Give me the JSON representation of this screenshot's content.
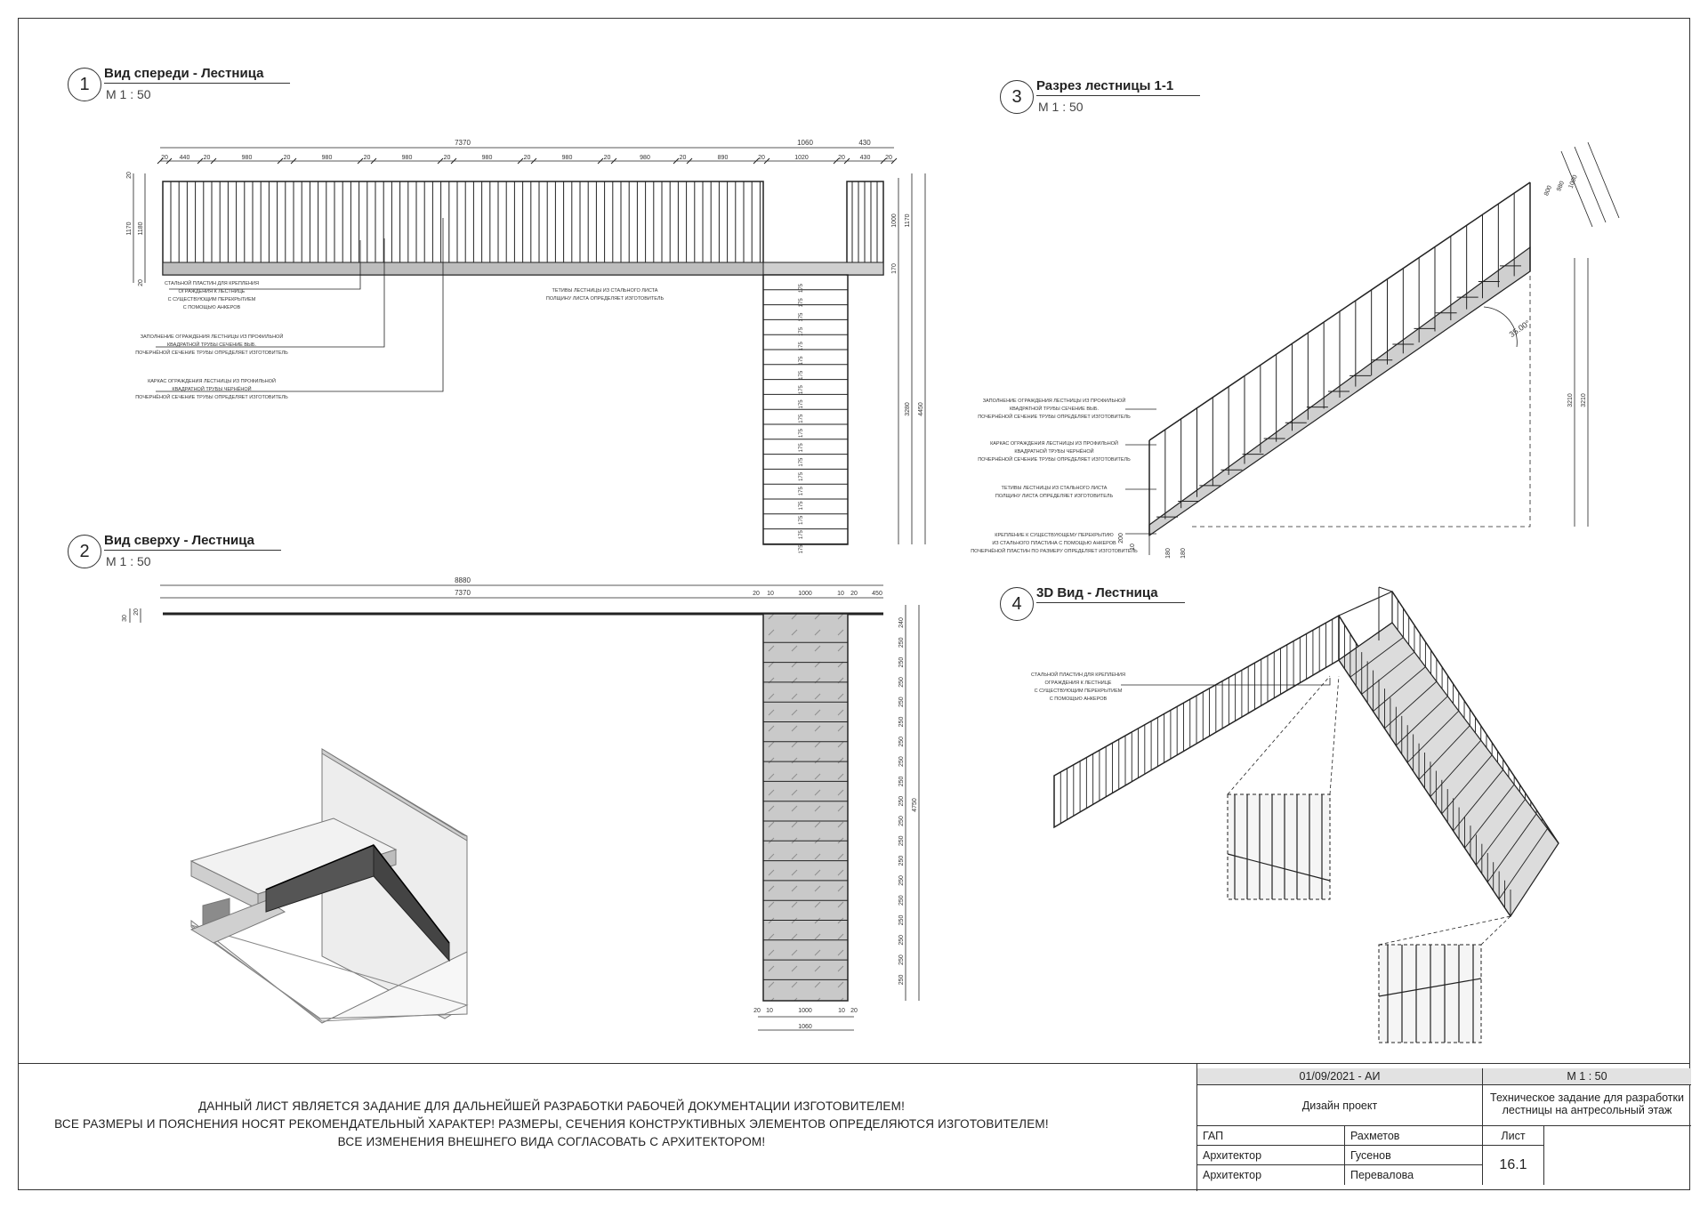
{
  "views": [
    {
      "number": "1",
      "name": "Вид спереди - Лестница",
      "scale": "М 1 : 50"
    },
    {
      "number": "2",
      "name": "Вид сверху - Лестница",
      "scale": "М 1 : 50"
    },
    {
      "number": "3",
      "name": "Разрез лестницы 1-1",
      "scale": "М 1 : 50"
    },
    {
      "number": "4",
      "name": "3D Вид - Лестница",
      "scale": ""
    }
  ],
  "front_dims": {
    "overall": "7370",
    "opening": "1060",
    "right": "430",
    "segments": [
      "20",
      "440",
      "20",
      "980",
      "20",
      "980",
      "20",
      "980",
      "20",
      "980",
      "20",
      "980",
      "20",
      "980",
      "20",
      "890",
      "20",
      "1020",
      "20",
      "430",
      "20"
    ],
    "left_v": [
      "20",
      "1170",
      "1180",
      "20"
    ],
    "right_v": [
      "1000",
      "1170",
      "170",
      "3280",
      "4450"
    ]
  },
  "top_dims": {
    "overall": "8880",
    "span": "7370",
    "right": [
      "20",
      "10",
      "1000",
      "10",
      "20",
      "450"
    ],
    "bottom": [
      "20",
      "10",
      "1000",
      "10",
      "20"
    ],
    "bottom_total": "1060",
    "treads": [
      "240",
      "250",
      "250",
      "250",
      "250",
      "250",
      "250",
      "250",
      "250",
      "250",
      "250",
      "250",
      "250",
      "250",
      "250",
      "250",
      "250",
      "250",
      "250"
    ],
    "total": "4750",
    "left": [
      "30",
      "20"
    ]
  },
  "section_dims": {
    "top": [
      "1000",
      "980",
      "800"
    ],
    "angle": "35.00°",
    "right": [
      "3210",
      "3210"
    ],
    "bottom": [
      "180",
      "180",
      "200",
      "10"
    ]
  },
  "callouts": {
    "c1": [
      "СТАЛЬНОЙ ПЛАСТИН ДЛЯ КРЕПЛЕНИЯ",
      "ОГРАЖДЕНИЯ К ЛЕСТНИЦЕ",
      "С СУЩЕСТВУЮЩИМ ПЕРЕКРЫТИЕМ",
      "С ПОМОЩЬЮ АНКЕРОВ"
    ],
    "c2": [
      "ЗАПОЛНЕНИЕ ОГРАЖДЕНИЯ ЛЕСТНИЦЫ ИЗ ПРОФИЛЬНОЙ",
      "КВАДРАТНОЙ ТРУБЫ СЕЧЕНИЕ ВЫБ.",
      "ПОЧЕРНЁНОЙ СЕЧЕНИЕ ТРУБЫ ОПРЕДЕЛЯЕТ ИЗГОТОВИТЕЛЬ"
    ],
    "c3": [
      "КАРКАС ОГРАЖДЕНИЯ ЛЕСТНИЦЫ ИЗ ПРОФИЛЬНОЙ",
      "КВАДРАТНОЙ ТРУБЫ ЧЕРНЁНОЙ",
      "ПОЧЕРНЁНОЙ СЕЧЕНИЕ ТРУБЫ ОПРЕДЕЛЯЕТ ИЗГОТОВИТЕЛЬ"
    ],
    "c4": [
      "ТЕТИВЫ ЛЕСТНИЦЫ ИЗ СТАЛЬНОГО ЛИСТА",
      "ПОЛЩИНУ ЛИСТА ОПРЕДЕЛЯЕТ ИЗГОТОВИТЕЛЬ"
    ],
    "c5": [
      "КРЕПЛЕНИЕ К СУЩЕСТВУЮЩЕМУ ПЕРЕКРЫТИЮ",
      "ИЗ СТАЛЬНОГО ПЛАСТИНА С ПОМОЩЬЮ АНКЕРОВ",
      "ПОЧЕРНЁНОЙ ПЛАСТИН ПО РАЗМЕРУ ОПРЕДЕЛЯЕТ ИЗГОТОВИТЕЛЬ"
    ]
  },
  "notes": [
    "ДАННЫЙ ЛИСТ ЯВЛЯЕТСЯ ЗАДАНИЕ ДЛЯ ДАЛЬНЕЙШЕЙ РАЗРАБОТКИ РАБОЧЕЙ ДОКУМЕНТАЦИИ ИЗГОТОВИТЕЛЕМ!",
    "ВСЕ РАЗМЕРЫ И ПОЯСНЕНИЯ НОСЯТ РЕКОМЕНДАТЕЛЬНЫЙ ХАРАКТЕР! РАЗМЕРЫ, СЕЧЕНИЯ КОНСТРУКТИВНЫХ ЭЛЕМЕНТОВ ОПРЕДЕЛЯЮТСЯ ИЗГОТОВИТЕЛЕМ!",
    "ВСЕ ИЗМЕНЕНИЯ ВНЕШНЕГО ВИДА СОГЛАСОВАТЬ С АРХИТЕКТОРОМ!"
  ],
  "title_block": {
    "date": "01/09/2021 - АИ",
    "scale": "М 1 : 50",
    "project": "Дизайн проект",
    "description_1": "Техническое задание для разработки",
    "description_2": "лестницы на антресольный этаж",
    "roles": [
      {
        "role": "ГАП",
        "name": "Рахметов"
      },
      {
        "role": "Архитектор",
        "name": "Гусенов"
      },
      {
        "role": "Архитектор",
        "name": "Перевалова"
      }
    ],
    "sheet_label": "Лист",
    "sheet_number": "16.1"
  }
}
